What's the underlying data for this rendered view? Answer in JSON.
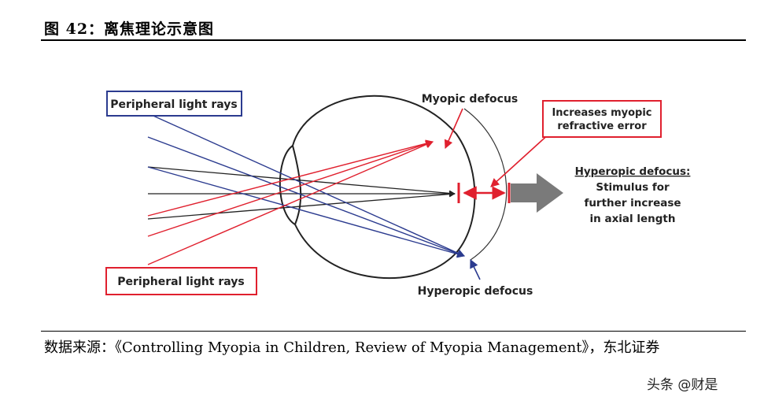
{
  "figure": {
    "title": "图 42：离焦理论示意图"
  },
  "diagram": {
    "labels": {
      "peripheral_top": "Peripheral light rays",
      "peripheral_bottom": "Peripheral light rays",
      "myopic_defocus": "Myopic defocus",
      "increases_line1": "Increases myopic",
      "increases_line2": "refractive error",
      "hyperopic_head": "Hyperopic defocus:",
      "hyperopic_line1": "Stimulus for",
      "hyperopic_line2": "further increase",
      "hyperopic_line3": "in axial length",
      "hyperopic_defocus": "Hyperopic defocus"
    },
    "colors": {
      "red": "#e0202e",
      "blue": "#2b3b8f",
      "black": "#222222",
      "gray_arrow": "#7a7a7a"
    }
  },
  "source": {
    "text": "数据来源：《Controlling Myopia in Children, Review of Myopia Management》，东北证券"
  },
  "watermark": {
    "text": "头条 @财是"
  }
}
